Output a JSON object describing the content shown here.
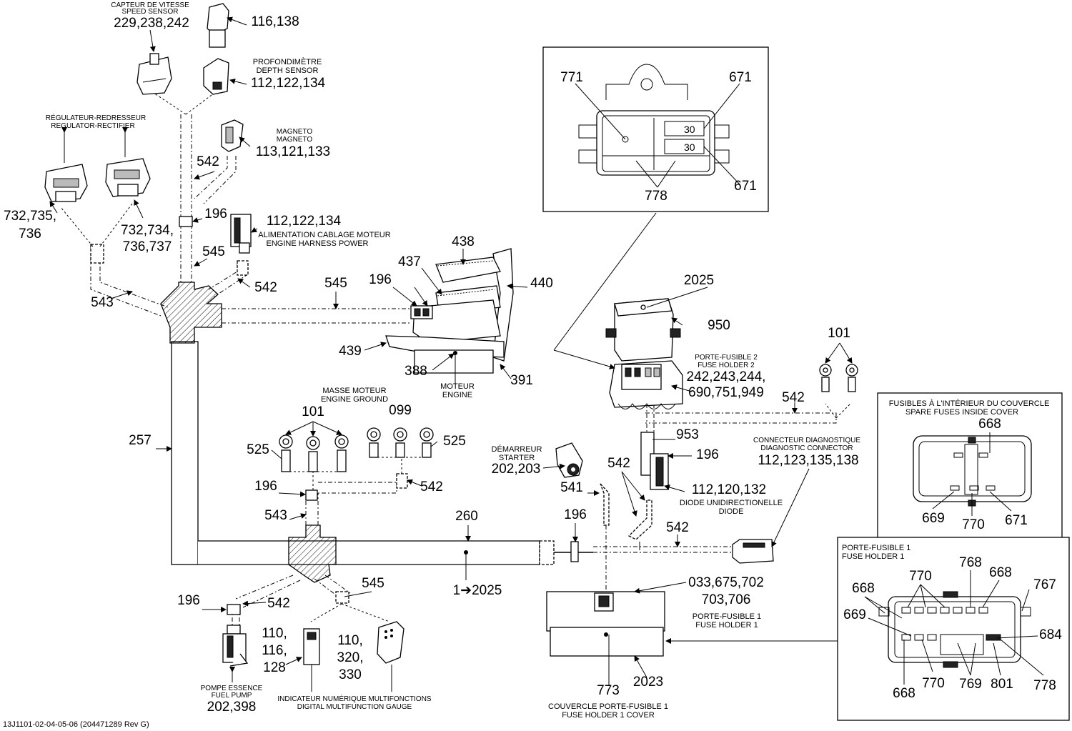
{
  "labels": {
    "speed_sensor_fr": "CAPTEUR DE VITESSE",
    "speed_sensor_en": "SPEED SENSOR",
    "speed_sensor_refs": "229,238,242",
    "conn_116_138": "116,138",
    "depth_fr": "PROFONDIMÈTRE",
    "depth_en": "DEPTH SENSOR",
    "depth_refs": "112,122,134",
    "magneto_fr": "MAGNETO",
    "magneto_en": "MAGNETO",
    "magneto_refs": "113,121,133",
    "regulator_fr": "RÉGULATEUR-REDRESSEUR",
    "regulator_en": "REGULATOR-RECTIFIER",
    "reg_left_1": "732,735,",
    "reg_left_2": "736",
    "reg_right_1": "732,734,",
    "reg_right_2": "736,737",
    "eng_power_refs": "112,122,134",
    "eng_power_fr": "ALIMENTATION CABLAGE MOTEUR",
    "eng_power_en": "ENGINE HARNESS POWER",
    "n542a": "542",
    "n196a": "196",
    "n545a": "545",
    "n542b": "542",
    "n543a": "543",
    "n545b": "545",
    "n196b": "196",
    "n437": "437",
    "n438": "438",
    "n440": "440",
    "n439": "439",
    "n388": "388",
    "n391": "391",
    "engine_fr": "MOTEUR",
    "engine_en": "ENGINE",
    "n257": "257",
    "eng_ground_fr": "MASSE MOTEUR",
    "eng_ground_en": "ENGINE GROUND",
    "n101a": "101",
    "n099": "099",
    "n525a": "525",
    "n525b": "525",
    "n542c": "542",
    "n196c": "196",
    "n543b": "543",
    "n260": "260",
    "n545c": "545",
    "n1to2025": "1➔2025",
    "n196d": "196",
    "n542d": "542",
    "r110a_1": "110,",
    "r110a_2": "116,",
    "r110a_3": "128",
    "r110b_1": "110,",
    "r110b_2": "320,",
    "r110b_3": "330",
    "fuel_pump_fr": "POMPE ESSENCE",
    "fuel_pump_en": "FUEL PUMP",
    "fuel_pump_refs": "202,398",
    "gauge_fr": "INDICATEUR NUMÉRIQUE MULTIFONCTIONS",
    "gauge_en": "DIGITAL MULTIFUNCTION GAUGE",
    "starter_fr": "DÉMARREUR",
    "starter_en": "STARTER",
    "starter_refs": "202,203",
    "n541": "541",
    "n196e": "196",
    "n2025": "2025",
    "n950": "950",
    "fh2_fr": "PORTE-FUSIBLE 2",
    "fh2_en": "FUSE HOLDER 2",
    "fh2_refs_1": "242,243,244,",
    "fh2_refs_2": "690,751,949",
    "n101b": "101",
    "n542e": "542",
    "n953": "953",
    "n196f": "196",
    "n542f": "542",
    "diode_refs": "112,120,132",
    "diode_fr": "DIODE UNIDIRECTIONELLE",
    "diode_en": "DIODE",
    "diag_fr": "CONNECTEUR DIAGNOSTIQUE",
    "diag_en": "DIAGNOSTIC CONNECTOR",
    "diag_refs": "112,123,135,138",
    "n542g": "542",
    "fh1_refs_1": "033,675,702",
    "fh1_refs_2": "703,706",
    "fh1_fr": "PORTE-FUSIBLE 1",
    "fh1_en": "FUSE HOLDER 1",
    "n773": "773",
    "n2023": "2023",
    "cover_fr": "COUVERCLE PORTE-FUSIBLE 1",
    "cover_en": "FUSE HOLDER 1 COVER",
    "inset_771": "771",
    "inset_671a": "671",
    "inset_671b": "671",
    "inset_778": "778",
    "spare_fr": "FUSIBLES À L'INTÉRIEUR DU COUVERCLE",
    "spare_en": "SPARE FUSES INSIDE COVER",
    "sp_668": "668",
    "sp_669": "669",
    "sp_770": "770",
    "sp_671": "671",
    "fh1box_fr": "PORTE-FUSIBLE 1",
    "fh1box_en": "FUSE HOLDER 1",
    "fb_770a": "770",
    "fb_768": "768",
    "fb_668a": "668",
    "fb_668b": "668",
    "fb_767": "767",
    "fb_669": "669",
    "fb_684": "684",
    "fb_668c": "668",
    "fb_770b": "770",
    "fb_769": "769",
    "fb_801": "801",
    "fb_778": "778",
    "footer": "13J1101-02-04-05-06 (204471289 Rev G)"
  }
}
